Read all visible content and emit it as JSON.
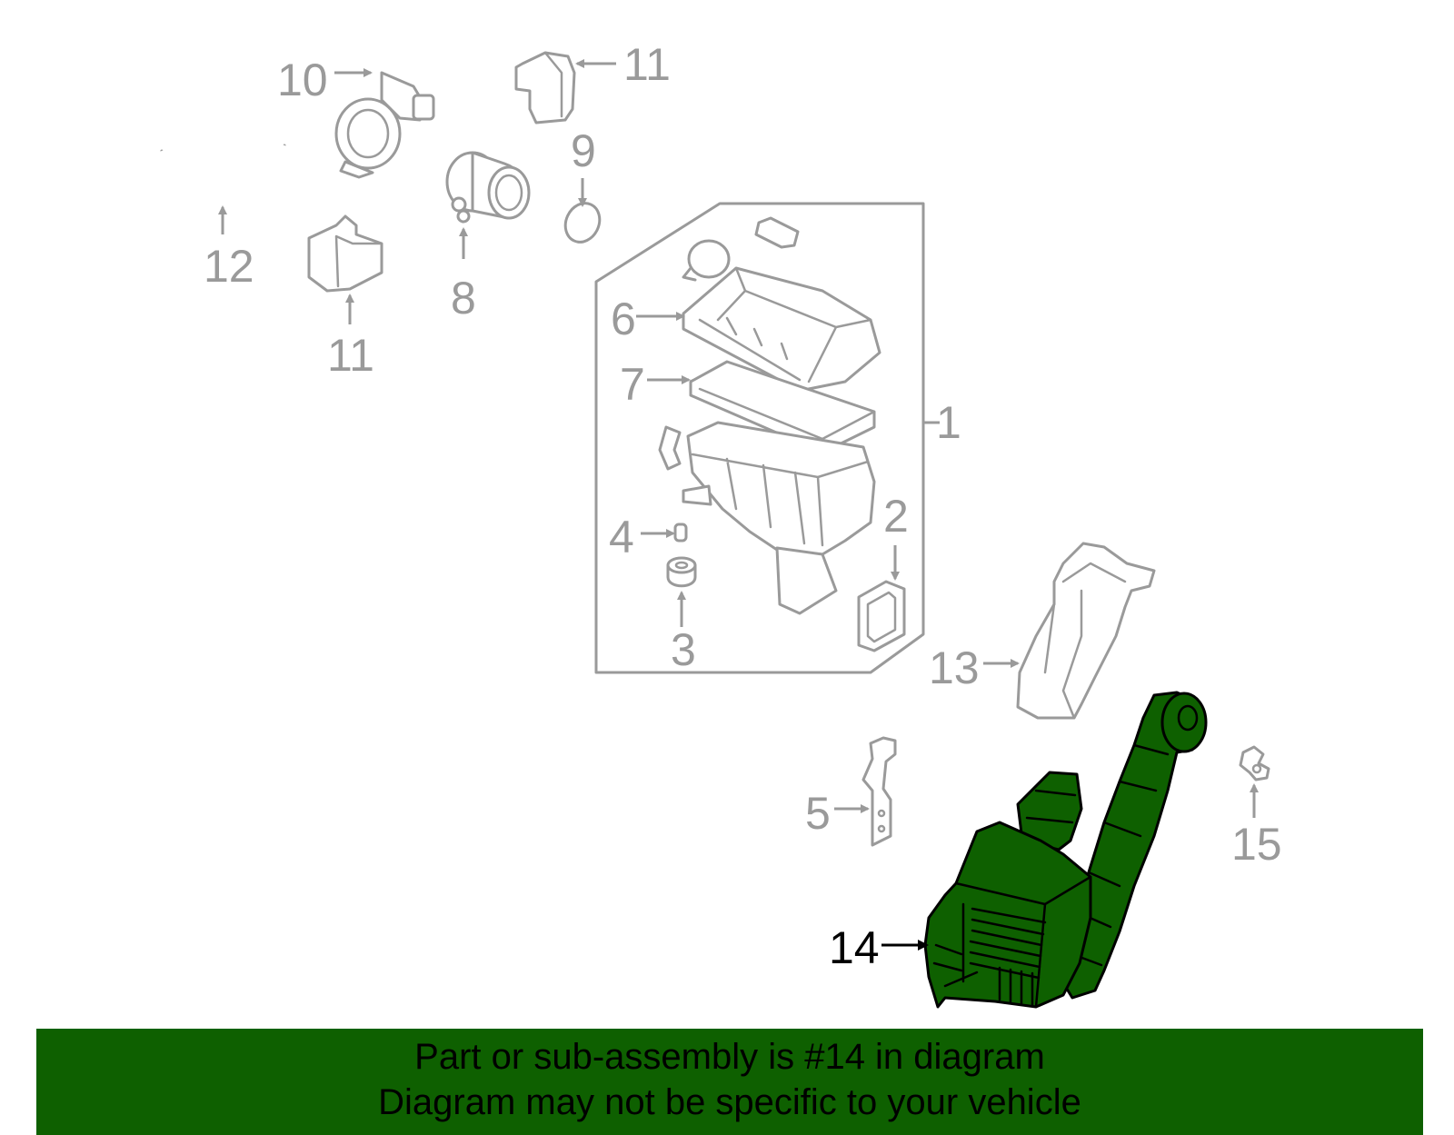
{
  "callouts": {
    "c1": "1",
    "c2": "2",
    "c3": "3",
    "c4": "4",
    "c5": "5",
    "c6": "6",
    "c7": "7",
    "c8": "8",
    "c9": "9",
    "c10": "10",
    "c11_top": "11",
    "c11_bottom": "11",
    "c12": "12",
    "c13": "13",
    "c14": "14",
    "c15": "15"
  },
  "highlighted_part": "14",
  "colors": {
    "highlight": "#0e6000",
    "parts": "#9a9a9a"
  },
  "banner": {
    "line1": "Part or sub-assembly is #14 in diagram",
    "line2": "Diagram may not be specific to your vehicle"
  }
}
